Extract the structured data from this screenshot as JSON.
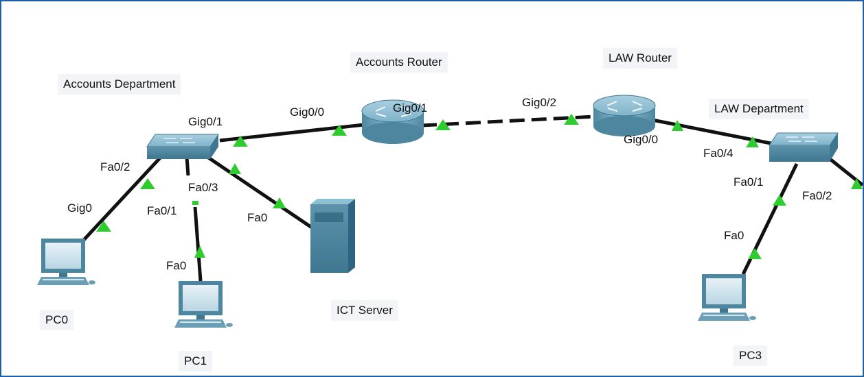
{
  "devices": {
    "accounts_department": "Accounts Department",
    "accounts_router": "Accounts Router",
    "law_router": "LAW Router",
    "law_department": "LAW Department",
    "pc0": "PC0",
    "pc1": "PC1",
    "pc3": "PC3",
    "ict_server": "ICT Server"
  },
  "ports": {
    "sw1_gig0_1": "Gig0/1",
    "r1_gig0_0": "Gig0/0",
    "r1_gig0_1": "Gig0/1",
    "r2_gig0_2": "Gig0/2",
    "r2_gig0_0": "Gig0/0",
    "sw2_fa0_4": "Fa0/4",
    "sw1_fa0_2": "Fa0/2",
    "pc0_gig0": "Gig0",
    "sw1_fa0_3": "Fa0/3",
    "sw1_fa0_1": "Fa0/1",
    "pc1_fa0": "Fa0",
    "server_fa0": "Fa0",
    "sw2_fa0_1": "Fa0/1",
    "sw2_fa0_2": "Fa0/2",
    "pc3_fa0": "Fa0"
  },
  "colors": {
    "link": "#111111",
    "port_up": "#2ecc2e",
    "device_teal": "#6a9fb5",
    "frame_border": "#1f5fa8"
  }
}
